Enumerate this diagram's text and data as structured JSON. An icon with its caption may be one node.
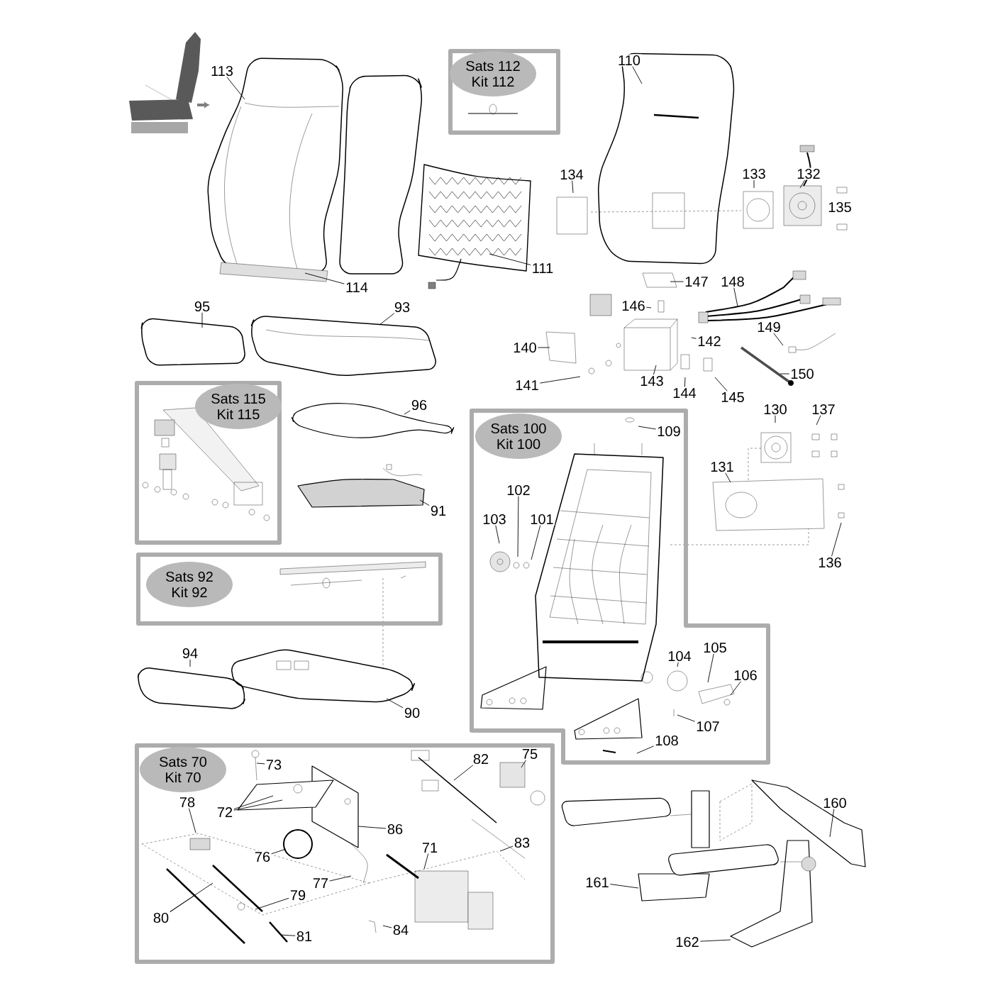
{
  "diagram": {
    "nodes": [
      {
        "text": [],
        "shape": "box"
      },
      {
        "text": [
          "Sats 112",
          "Kit 112"
        ],
        "in": 0
      },
      {
        "text": [
          "113"
        ]
      },
      {
        "text": [
          "110"
        ]
      },
      {
        "text": [
          "134"
        ]
      },
      {
        "text": [
          "133"
        ]
      },
      {
        "text": [
          "132"
        ]
      },
      {
        "text": [
          "111"
        ]
      },
      {
        "text": [
          "114"
        ]
      },
      {
        "text": [
          "95"
        ]
      },
      {
        "text": [
          "93"
        ]
      },
      {
        "text": [
          "147"
        ]
      },
      {
        "text": [
          "148"
        ]
      },
      {
        "text": [
          "146"
        ]
      },
      {
        "text": [
          "140"
        ]
      },
      {
        "text": [
          "142"
        ]
      },
      {
        "text": [
          "149"
        ]
      },
      {
        "text": [
          "141"
        ]
      },
      {
        "text": [
          "143"
        ]
      },
      {
        "text": [
          "144"
        ]
      },
      {
        "text": [
          "145"
        ]
      },
      {
        "text": [
          "150"
        ]
      },
      {
        "text": [],
        "shape": "box"
      },
      {
        "text": [
          "Sats 115",
          "Kit 115"
        ],
        "in": 22
      },
      {
        "text": [
          "96"
        ]
      },
      {
        "text": [
          "91"
        ]
      },
      {
        "text": [],
        "shape": "box"
      },
      {
        "text": [
          "Sats 100",
          "Kit 100"
        ],
        "in": 26
      },
      {
        "text": [
          "109"
        ],
        "in": 26
      },
      {
        "text": [
          "130"
        ]
      },
      {
        "text": [
          "137"
        ]
      },
      {
        "text": [
          "131"
        ]
      },
      {
        "text": [
          "102"
        ],
        "in": 26
      },
      {
        "text": [
          "103"
        ],
        "in": 26
      },
      {
        "text": [
          "101"
        ],
        "in": 26
      },
      {
        "text": [
          "136"
        ]
      },
      {
        "text": [],
        "shape": "box"
      },
      {
        "text": [
          "Sats 92",
          "Kit 92"
        ],
        "in": 36
      },
      {
        "text": [
          "104"
        ],
        "in": 26
      },
      {
        "text": [
          "105"
        ],
        "in": 26
      },
      {
        "text": [
          "106"
        ],
        "in": 26
      },
      {
        "text": [
          "94"
        ]
      },
      {
        "text": [
          "90"
        ]
      },
      {
        "text": [
          "107"
        ],
        "in": 26
      },
      {
        "text": [
          "108"
        ],
        "in": 26
      },
      {
        "text": [],
        "shape": "box"
      },
      {
        "text": [
          "Sats 70",
          "Kit 70"
        ],
        "in": 45
      },
      {
        "text": [
          "73"
        ],
        "in": 45
      },
      {
        "text": [
          "75"
        ],
        "in": 45
      },
      {
        "text": [
          "82"
        ],
        "in": 45
      },
      {
        "text": [
          "72"
        ],
        "in": 45
      },
      {
        "text": [
          "86"
        ],
        "in": 45
      },
      {
        "text": [
          "78"
        ],
        "in": 45
      },
      {
        "text": [
          "76"
        ],
        "in": 45
      },
      {
        "text": [
          "71"
        ],
        "in": 45
      },
      {
        "text": [
          "83"
        ],
        "in": 45
      },
      {
        "text": [
          "77"
        ],
        "in": 45
      },
      {
        "text": [
          "79"
        ],
        "in": 45
      },
      {
        "text": [
          "80"
        ],
        "in": 45
      },
      {
        "text": [
          "84"
        ],
        "in": 45
      },
      {
        "text": [
          "81"
        ],
        "in": 45
      },
      {
        "text": [
          "160"
        ]
      },
      {
        "text": [
          "161"
        ]
      },
      {
        "text": [
          "162"
        ]
      }
    ],
    "edges": [
      {
        "from": 2,
        "to": null,
        "arrow": "none"
      },
      {
        "from": 3,
        "to": null,
        "arrow": "none"
      },
      {
        "from": 4,
        "to": null,
        "arrow": "none"
      },
      {
        "from": 5,
        "to": null,
        "arrow": "none"
      },
      {
        "from": 6,
        "to": null,
        "arrow": "none"
      },
      {
        "from": 7,
        "to": null,
        "arrow": "none"
      },
      {
        "from": 8,
        "to": null,
        "arrow": "none"
      },
      {
        "from": 9,
        "to": null,
        "arrow": "none"
      },
      {
        "from": 10,
        "to": null,
        "arrow": "none"
      },
      {
        "from": 11,
        "to": null,
        "arrow": "none"
      },
      {
        "from": 12,
        "to": null,
        "arrow": "none"
      },
      {
        "from": 13,
        "to": null,
        "arrow": "none"
      },
      {
        "from": 14,
        "to": null,
        "arrow": "none"
      },
      {
        "from": 15,
        "to": null,
        "arrow": "none"
      },
      {
        "from": 16,
        "to": null,
        "arrow": "none"
      },
      {
        "from": 17,
        "to": null,
        "arrow": "none"
      },
      {
        "from": 18,
        "to": null,
        "arrow": "none"
      },
      {
        "from": 19,
        "to": null,
        "arrow": "none"
      },
      {
        "from": 20,
        "to": null,
        "arrow": "none"
      },
      {
        "from": 21,
        "to": null,
        "arrow": "none"
      },
      {
        "from": 24,
        "to": null,
        "arrow": "none"
      },
      {
        "from": 25,
        "to": null,
        "arrow": "none"
      },
      {
        "from": 28,
        "to": null,
        "arrow": "none"
      },
      {
        "from": 29,
        "to": null,
        "arrow": "none"
      },
      {
        "from": 30,
        "to": null,
        "arrow": "none"
      },
      {
        "from": 31,
        "to": null,
        "arrow": "none"
      },
      {
        "from": 32,
        "to": null,
        "arrow": "none"
      },
      {
        "from": 33,
        "to": null,
        "arrow": "none"
      },
      {
        "from": 34,
        "to": null,
        "arrow": "none"
      },
      {
        "from": 35,
        "to": null,
        "arrow": "none"
      },
      {
        "from": 38,
        "to": null,
        "arrow": "none"
      },
      {
        "from": 39,
        "to": null,
        "arrow": "none"
      },
      {
        "from": 40,
        "to": null,
        "arrow": "none"
      },
      {
        "from": 41,
        "to": null,
        "arrow": "none"
      },
      {
        "from": 42,
        "to": null,
        "arrow": "none"
      },
      {
        "from": 43,
        "to": null,
        "arrow": "none"
      },
      {
        "from": 44,
        "to": null,
        "arrow": "none"
      },
      {
        "from": 47,
        "to": null,
        "arrow": "none"
      },
      {
        "from": 48,
        "to": null,
        "arrow": "none"
      },
      {
        "from": 49,
        "to": null,
        "arrow": "none"
      },
      {
        "from": 50,
        "to": null,
        "arrow": "none"
      },
      {
        "from": 50,
        "to": null,
        "arrow": "none"
      },
      {
        "from": 51,
        "to": null,
        "arrow": "none"
      },
      {
        "from": 52,
        "to": null,
        "arrow": "none"
      },
      {
        "from": 53,
        "to": null,
        "arrow": "none"
      },
      {
        "from": 54,
        "to": null,
        "arrow": "none"
      },
      {
        "from": 55,
        "to": null,
        "arrow": "none"
      },
      {
        "from": 56,
        "to": null,
        "arrow": "none"
      },
      {
        "from": 57,
        "to": null,
        "arrow": "none"
      },
      {
        "from": 58,
        "to": null,
        "arrow": "none"
      },
      {
        "from": 58,
        "to": null,
        "arrow": "none"
      },
      {
        "from": 59,
        "to": null,
        "arrow": "none"
      },
      {
        "from": 60,
        "to": null,
        "arrow": "none"
      },
      {
        "from": 61,
        "to": null,
        "arrow": "none"
      },
      {
        "from": 62,
        "to": null,
        "arrow": "none"
      },
      {
        "from": 63,
        "to": null,
        "arrow": "none"
      }
    ],
    "labels": [
      "135"
    ]
  }
}
